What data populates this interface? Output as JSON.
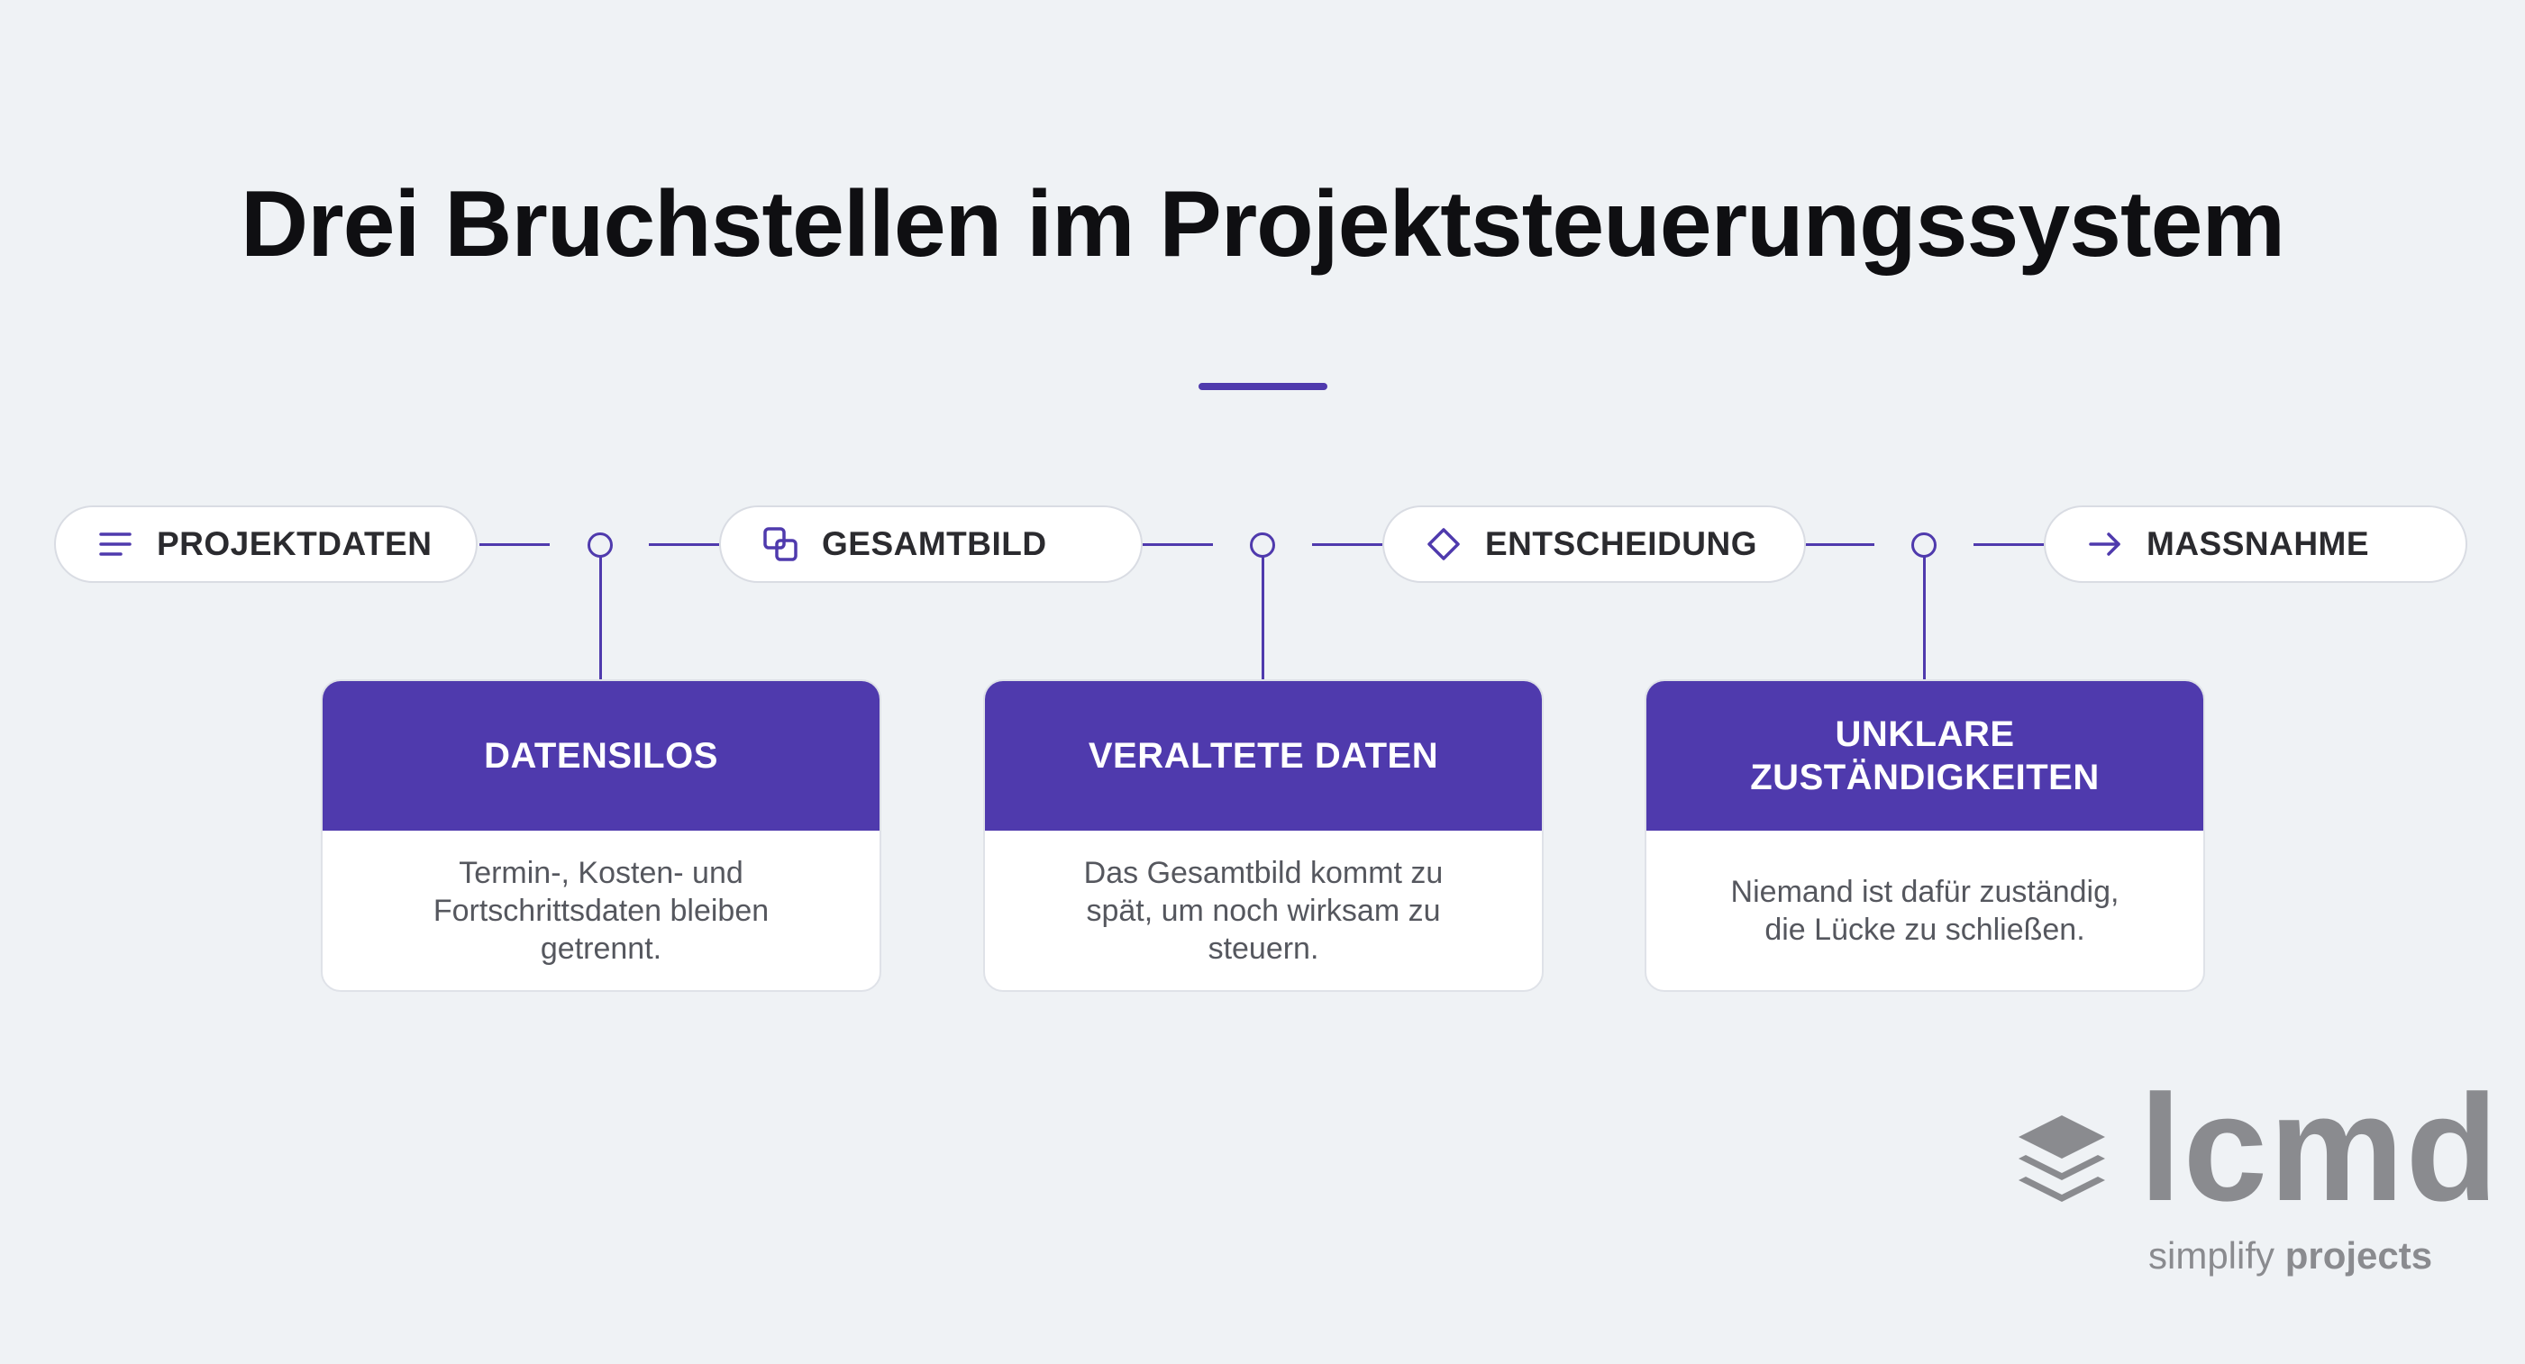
{
  "title": "Drei Bruchstellen im Projektsteuerungssystem",
  "accent_color": "#4f3aad",
  "flow": [
    {
      "label": "PROJEKTDATEN",
      "icon": "lines-icon"
    },
    {
      "label": "GESAMTBILD",
      "icon": "overlap-squares-icon"
    },
    {
      "label": "ENTSCHEIDUNG",
      "icon": "diamond-icon"
    },
    {
      "label": "MASSNAHME",
      "icon": "arrow-right-icon"
    }
  ],
  "breaks": [
    {
      "heading": "DATENSILOS",
      "description": "Termin-, Kosten- und Fortschrittsdaten bleiben getrennt."
    },
    {
      "heading": "VERALTETE DATEN",
      "description": "Das Gesamtbild kommt zu spät, um noch wirksam zu steuern."
    },
    {
      "heading": "UNKLARE ZUSTÄNDIGKEITEN",
      "description": "Niemand ist dafür zuständig, die Lücke zu schließen."
    }
  ],
  "logo": {
    "wordmark": "lcmd",
    "tagline_regular": "simplify",
    "tagline_bold": "projects"
  }
}
